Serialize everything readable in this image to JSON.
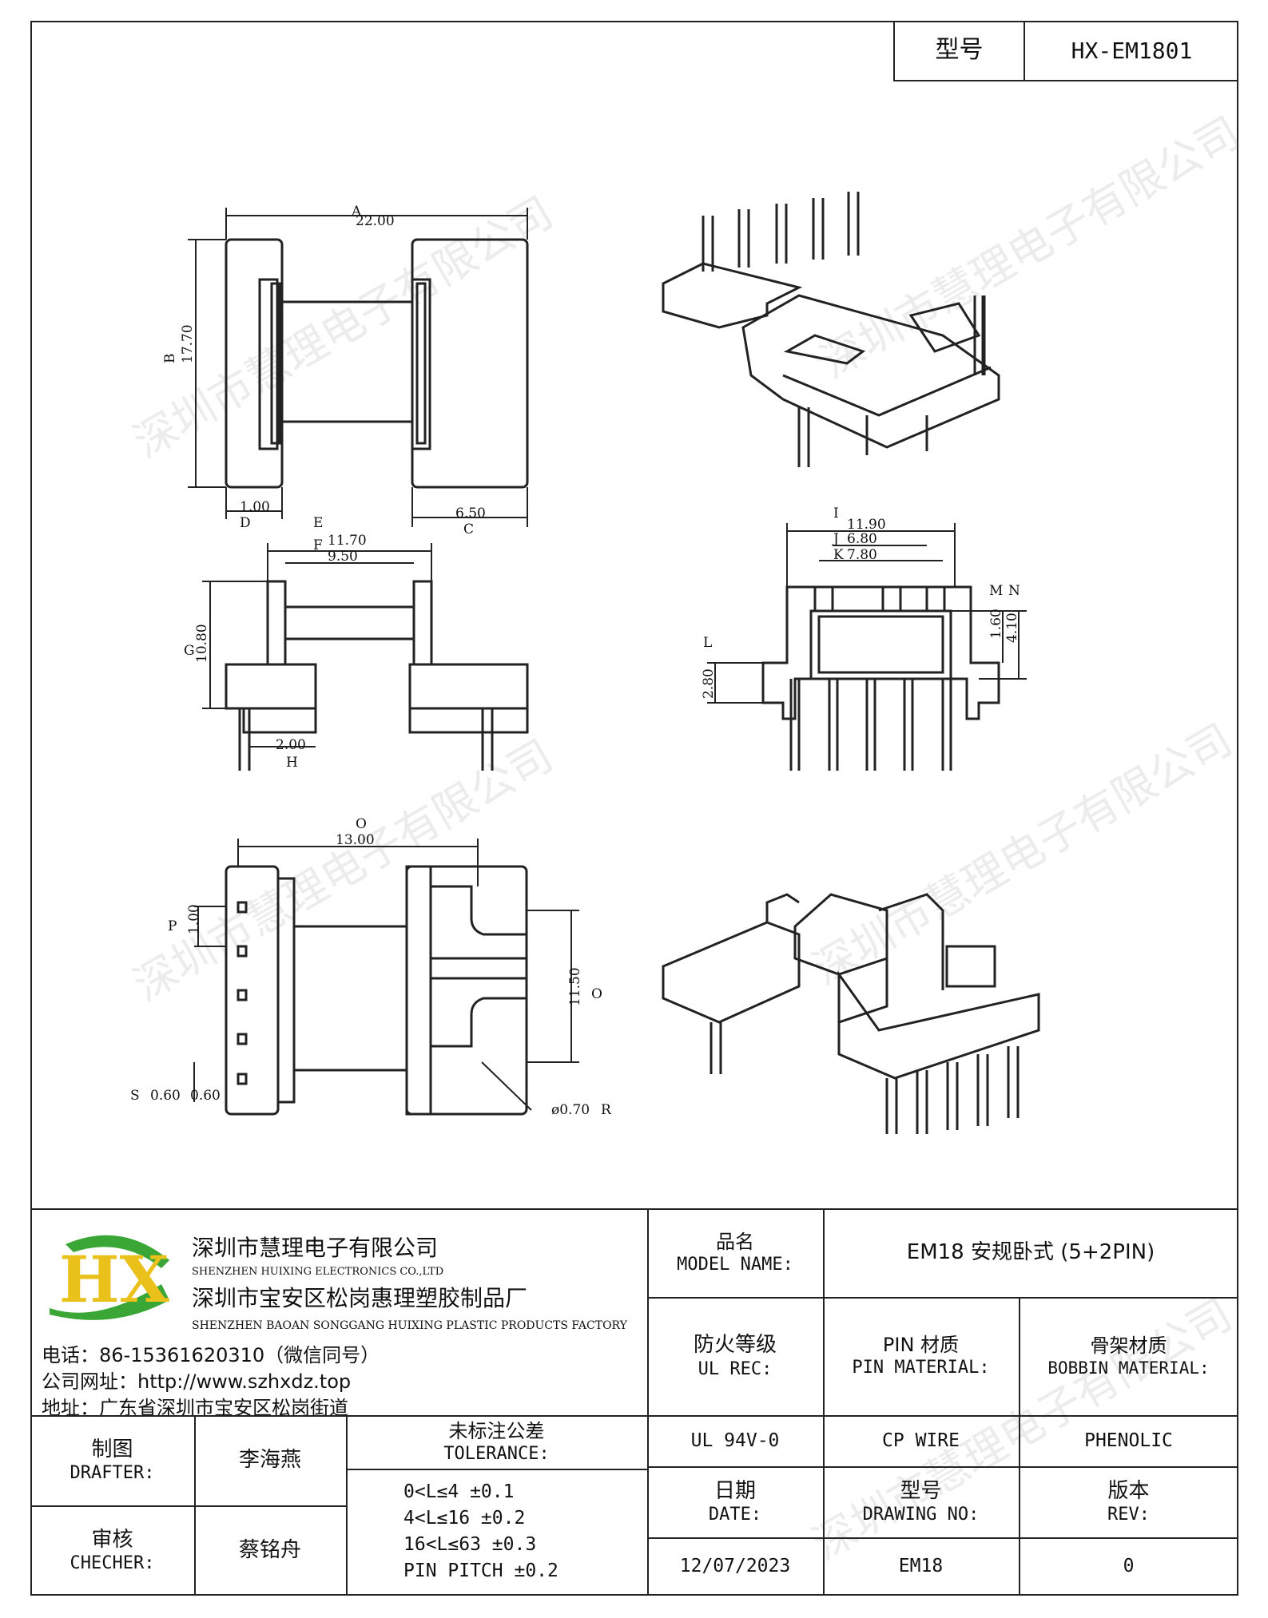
{
  "header": {
    "model_label": "型号",
    "model_value": "HX-EM1801"
  },
  "watermark": {
    "text": "深圳市慧理电子有限公司"
  },
  "dimensions": {
    "A_value": "22.00",
    "B_value": "17.70",
    "C_value": "6.50",
    "D_value": "1.00",
    "E_value": "11.70",
    "F_value": "9.50",
    "G_value": "10.80",
    "H_value": "2.00",
    "I_value": "11.90",
    "J_value": "6.80",
    "K_value": "7.80",
    "L_value": "2.80",
    "M_value": "1.60",
    "N_value": "4.10",
    "O_value": "13.00",
    "P_value": "1.00",
    "Q_value": "11.50",
    "R_value": "ø0.70",
    "S_value": "0.60",
    "T_value": "0.60"
  },
  "labels": {
    "A": "A",
    "B": "B",
    "C": "C",
    "D": "D",
    "E": "E",
    "F": "F",
    "G": "G",
    "H": "H",
    "I": "I",
    "J": "J",
    "K": "K",
    "L": "L",
    "M": "M",
    "N": "N",
    "O": "O",
    "P": "P",
    "Q": "O",
    "R": "R",
    "S": "S"
  },
  "company": {
    "logo_letters": "HX",
    "name_cn": "深圳市慧理电子有限公司",
    "name_en": "SHENZHEN HUIXING ELECTRONICS CO.,LTD",
    "factory_cn": "深圳市宝安区松岗惠理塑胶制品厂",
    "factory_en": "SHENZHEN BAOAN SONGGANG HUIXING PLASTIC PRODUCTS FACTORY",
    "phone": "电话：86-15361620310（微信同号）",
    "website": "公司网址：http://www.szhxdz.top",
    "address": "地址：广东省深圳市宝安区松岗街道",
    "colors": {
      "logo_green": "#3aa635",
      "logo_yellow": "#e9c11a",
      "logo_blue": "#2a7cc0"
    }
  },
  "title_block": {
    "model_name_cn": "品名",
    "model_name_en": "MODEL NAME:",
    "model_name_value": "EM18 安规卧式 (5+2PIN)",
    "ul_rec_cn": "防火等级",
    "ul_rec_en": "UL REC:",
    "pin_material_cn": "PIN 材质",
    "pin_material_en": "PIN MATERIAL:",
    "bobbin_material_cn": "骨架材质",
    "bobbin_material_en": "BOBBIN MATERIAL:",
    "ul_value": "UL 94V-0",
    "pin_value": "CP WIRE",
    "bobbin_value": "PHENOLIC",
    "drafter_cn": "制图",
    "drafter_en": "DRAFTER:",
    "drafter_name": "李海燕",
    "checker_cn": "审核",
    "checker_en": "CHECHER:",
    "checker_name": "蔡铭舟",
    "tolerance_cn": "未标注公差",
    "tolerance_en": "TOLERANCE:",
    "tolerance_lines": [
      "0<L≤4   ±0.1",
      "4<L≤16 ±0.2",
      "16<L≤63 ±0.3",
      "PIN PITCH ±0.2"
    ],
    "date_cn": "日期",
    "date_en": "DATE:",
    "drawing_no_cn": "型号",
    "drawing_no_en": "DRAWING NO:",
    "rev_cn": "版本",
    "rev_en": "REV:",
    "date_value": "12/07/2023",
    "drawing_no_value": "EM18",
    "rev_value": "0"
  }
}
